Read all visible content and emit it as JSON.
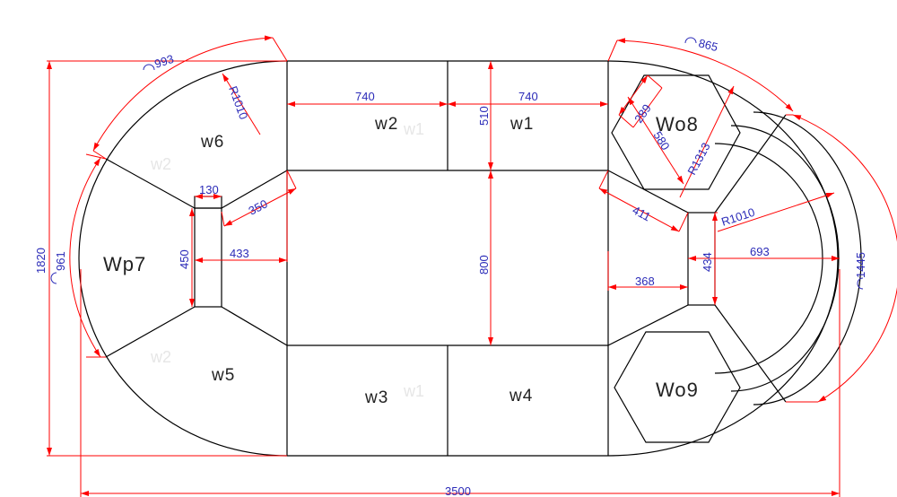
{
  "drawing": {
    "pieces": {
      "w1": "w1",
      "w2": "w2",
      "w3": "w3",
      "w4": "w4",
      "w5": "w5",
      "w6": "w6",
      "wp7": "Wp7",
      "wo8": "Wo8",
      "wo9": "Wo9"
    },
    "ghost_labels": {
      "w1_top": "w1",
      "w1_bottom": "w1",
      "w2_left_top": "w2",
      "w2_left_bottom": "w2"
    },
    "dimensions": {
      "arc_993": "993",
      "r1010_left": "R1010",
      "d740_left": "740",
      "d740_right": "740",
      "d510": "510",
      "d130": "130",
      "d350": "350",
      "d450": "450",
      "d433": "433",
      "d800": "800",
      "d1820": "1820",
      "arc_961": "961",
      "arc_865": "865",
      "d289": "289",
      "d580": "580",
      "r1313": "R1313",
      "d411": "411",
      "r1010_right": "R1010",
      "d434": "434",
      "d693": "693",
      "d368": "368",
      "arc_1445": "1445",
      "d3500": "3500"
    },
    "colors": {
      "outline": "#000000",
      "dimension_line": "#ff0000",
      "dimension_text": "#2b2bb8"
    }
  }
}
